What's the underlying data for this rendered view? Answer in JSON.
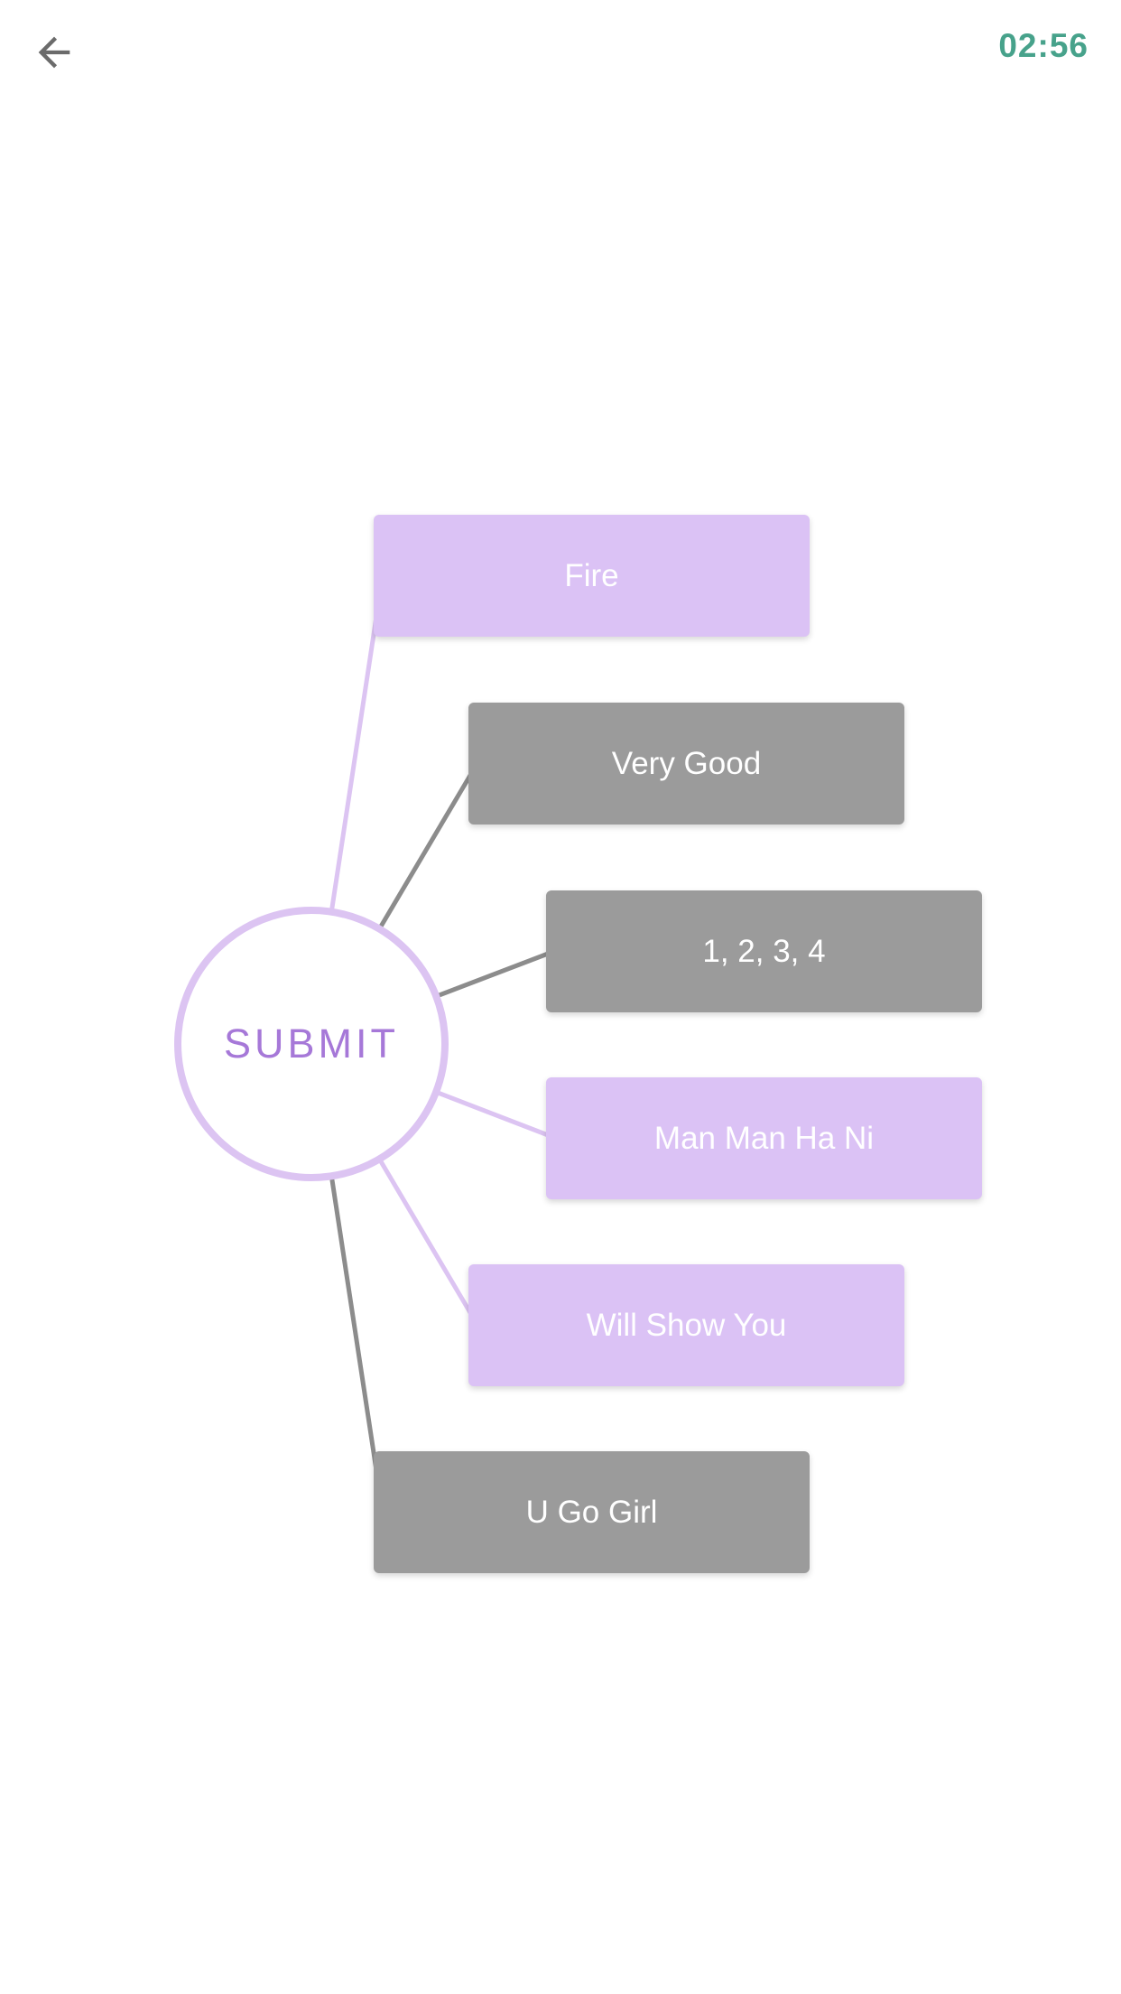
{
  "header": {
    "timer": "02:56"
  },
  "colors": {
    "background": "#ffffff",
    "purple_box": "#dbc2f5",
    "gray_box": "#9b9b9b",
    "line_purple": "#dcc4f2",
    "line_gray": "#8c8c8c",
    "circle_border": "#dcc4f2",
    "submit_text": "#a678d8",
    "timer_text": "#47a28b",
    "back_icon": "#6b6b6b",
    "option_text": "#ffffff"
  },
  "quiz": {
    "center_label": "SUBMIT",
    "options": [
      {
        "label": "Fire",
        "variant": "purple"
      },
      {
        "label": "Very Good",
        "variant": "gray"
      },
      {
        "label": "1, 2, 3, 4",
        "variant": "gray"
      },
      {
        "label": "Man Man Ha Ni",
        "variant": "purple"
      },
      {
        "label": "Will Show You",
        "variant": "purple"
      },
      {
        "label": "U Go Girl",
        "variant": "gray"
      }
    ]
  }
}
